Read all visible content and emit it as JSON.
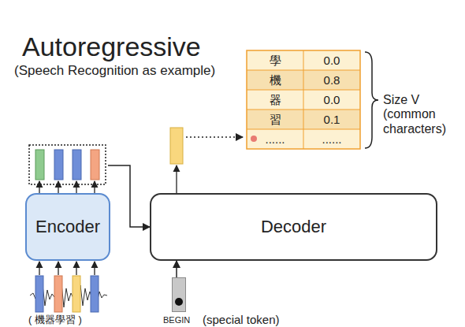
{
  "diagram": {
    "title": "Autoregressive",
    "nodes": [
      {
        "text": [
          "Encoder"
        ]
      },
      {
        "text": [
          "Decoder"
        ]
      },
      {
        "text": [
          "BEGIN",
          "(special token)"
        ]
      }
    ],
    "edges": [
      {
        "from": 0,
        "to": 1,
        "arrow": "to"
      },
      {
        "from": 2,
        "to": 1,
        "arrow": "to"
      }
    ],
    "labels": [
      "(Speech Recognition as example)",
      "學",
      "0.0",
      "機",
      "0.8",
      "器",
      "0.0",
      "習",
      "0.1",
      "......",
      "......",
      "Size V (common characters)",
      "( 機器學習 )"
    ]
  }
}
